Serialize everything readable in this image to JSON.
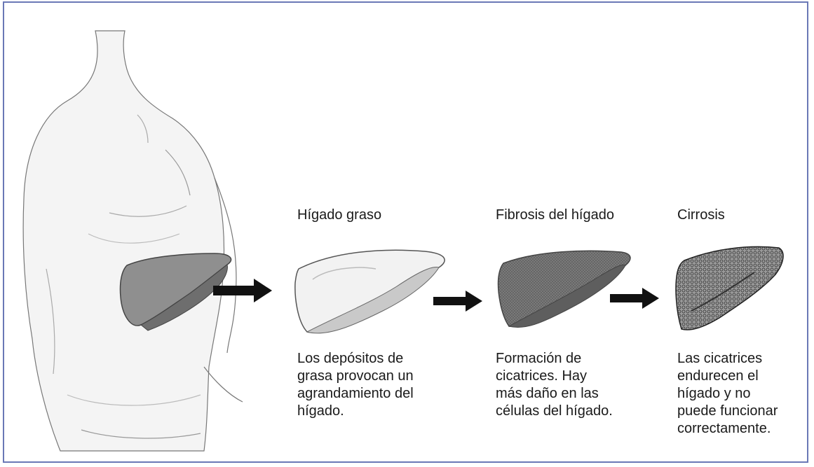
{
  "stages": [
    {
      "title": "Hígado graso",
      "description": "Los depósitos de\ngrasa provocan un\nagrandamiento del\nhígado."
    },
    {
      "title": "Fibrosis del hígado",
      "description": "Formación de\ncicatrices.  Hay\nmás daño en las\ncélulas del hígado."
    },
    {
      "title": "Cirrosis",
      "description": "Las cicatrices\nendurecen el\nhígado y no\npuede funcionar\ncorrectamente."
    }
  ],
  "colors": {
    "border": "#6a78b6",
    "liver_healthy": "#8a8a8a",
    "liver_dark": "#666666",
    "arrow": "#111111"
  },
  "icons": [
    "human-torso-illustration",
    "liver-icon",
    "arrow-right-icon"
  ]
}
